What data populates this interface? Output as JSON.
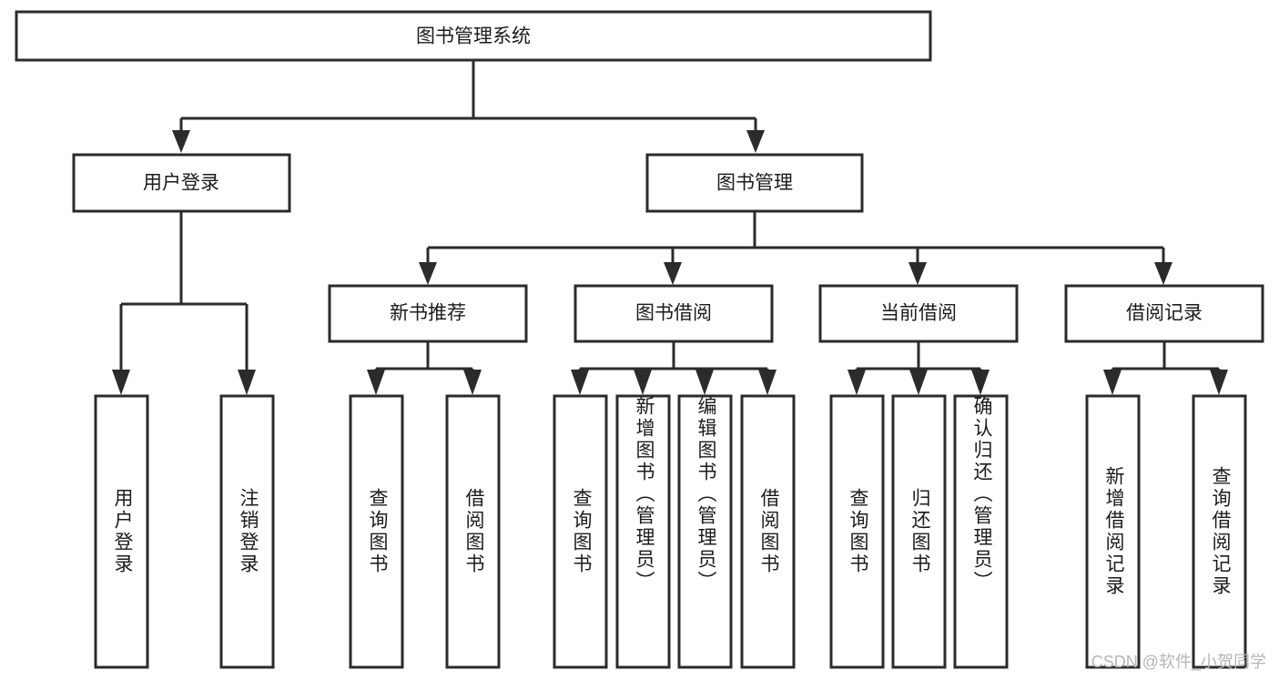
{
  "diagram": {
    "title": "图书管理系统",
    "watermark": "CSDN @软件_小贺同学",
    "colors": {
      "stroke": "#2b2b2b",
      "fill": "#ffffff",
      "text": "#1b1b1b",
      "watermark": "#b6b6b6",
      "background": "#ffffff"
    },
    "root": {
      "label": "图书管理系统"
    },
    "level2": [
      {
        "label": "用户登录"
      },
      {
        "label": "图书管理"
      }
    ],
    "level3": [
      {
        "label": "新书推荐"
      },
      {
        "label": "图书借阅"
      },
      {
        "label": "当前借阅"
      },
      {
        "label": "借阅记录"
      }
    ],
    "leaves": {
      "user_login": [
        {
          "label": "用户登录"
        },
        {
          "label": "注销登录"
        }
      ],
      "new_book": [
        {
          "label": "查询图书"
        },
        {
          "label": "借阅图书"
        }
      ],
      "book_borrow": [
        {
          "label": "查询图书"
        },
        {
          "label": "新增图书（管理员）"
        },
        {
          "label": "编辑图书（管理员）"
        },
        {
          "label": "借阅图书"
        }
      ],
      "current_borrow": [
        {
          "label": "查询图书"
        },
        {
          "label": "归还图书"
        },
        {
          "label": "确认归还（管理员）"
        }
      ],
      "borrow_record": [
        {
          "label": "新增借阅记录"
        },
        {
          "label": "查询借阅记录"
        }
      ]
    }
  }
}
